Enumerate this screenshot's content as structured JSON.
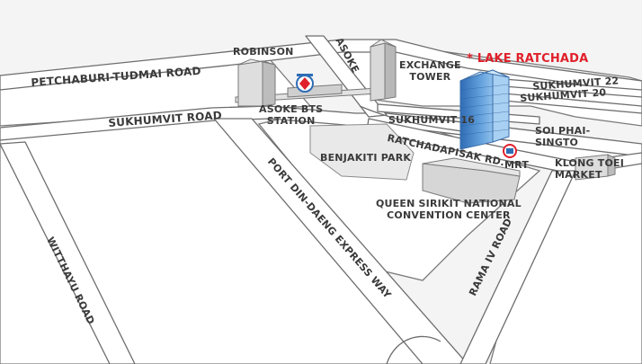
{
  "map": {
    "landmarks": {
      "robinson": "ROBINSON",
      "exchange_tower": "EXCHANGE\nTOWER",
      "lake_ratchada": "* LAKE RATCHADA",
      "asoke_bts": "ASOKE BTS\nSTATION",
      "benjakiti_park": "BENJAKITI  PARK",
      "qsncc": "QUEEN SIRIKIT NATIONAL\nCONVENTION CENTER",
      "mrt": "MRT",
      "soi_phai_singto": "SOI PHAI-\nSINGTO",
      "klong_toei_market": "KLONG TOEI\nMARKET"
    },
    "roads": {
      "petchaburi": "PETCHABURI-TUDMAI ROAD",
      "sukhumvit": "SUKHUMVIT ROAD",
      "asoke": "ASOKE",
      "sukhumvit_22": "SUKHUMVIT 22",
      "sukhumvit_20": "SUKHUMVIT 20",
      "sukhumvit_16": "SUKHUMVIT 16",
      "ratchadapisak": "RATCHADAPISAK RD.",
      "port_din_daeng": "PORT DIN-DAENG EXPRESS WAY",
      "witthayu": "WITTHAYU  ROAD",
      "rama_iv": "RAMA IV ROAD"
    },
    "colors": {
      "highlight": "#e0202b",
      "tower_blue": "#4a86c8",
      "bts_blue": "#2e6db5"
    },
    "icons": [
      "bts-logo-icon",
      "mrt-logo-icon"
    ]
  }
}
